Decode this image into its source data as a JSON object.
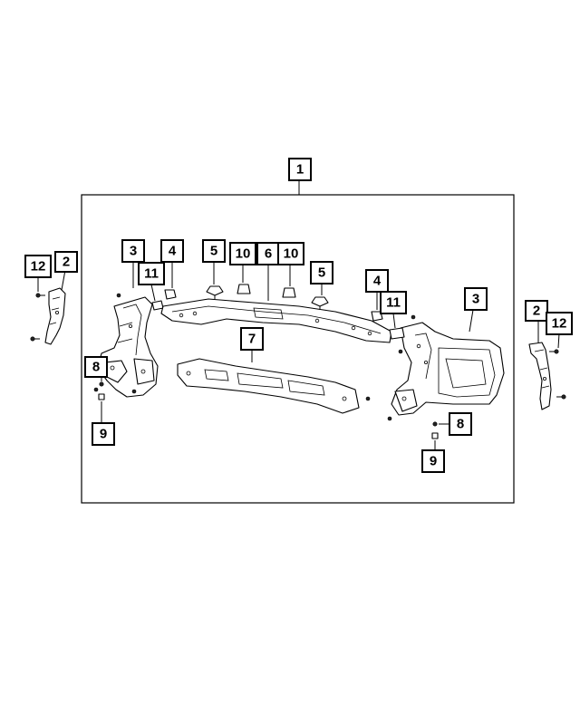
{
  "callouts": {
    "c1": "1",
    "c2_left": "2",
    "c2_right": "2",
    "c3_left": "3",
    "c3_right": "3",
    "c4_left": "4",
    "c4_right": "4",
    "c5_left": "5",
    "c5_right": "5",
    "c6": "6",
    "c7": "7",
    "c8_left": "8",
    "c8_right": "8",
    "c9_left": "9",
    "c9_right": "9",
    "c10_left": "10",
    "c10_right": "10",
    "c11_left": "11",
    "c11_right": "11",
    "c12_left": "12",
    "c12_right": "12"
  },
  "colors": {
    "line": "#000000",
    "background": "#ffffff"
  }
}
